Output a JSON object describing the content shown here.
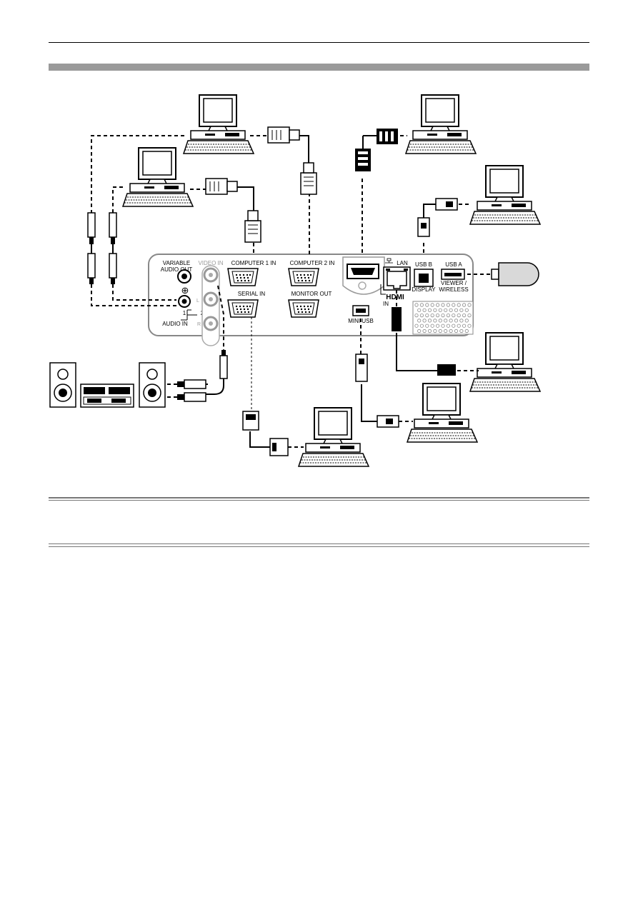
{
  "panel": {
    "labels": {
      "variable_audio_out_1": "VARIABLE",
      "variable_audio_out_2": "AUDIO OUT",
      "video_in": "VIDEO IN",
      "computer1_in": "COMPUTER 1 IN",
      "computer2_in": "COMPUTER 2 IN",
      "serial_in": "SERIAL IN",
      "monitor_out": "MONITOR OUT",
      "lan": "LAN",
      "usb_b": "USB B",
      "display": "DISPLAY",
      "usb_a": "USB A",
      "viewer_wireless_1": "VIEWER /",
      "viewer_wireless_2": "WIRELESS",
      "hdmi": "HDMI",
      "hdmi_in": "IN",
      "mini_usb": "MINI USB",
      "audio_in": "AUDIO IN",
      "num1": "1",
      "num2": "2",
      "l": "L",
      "r": "R",
      "plus": "⊕"
    }
  },
  "colors": {
    "accent_bar": "#9a9a9a",
    "line": "#000000",
    "panel_fill": "#ffffff"
  }
}
